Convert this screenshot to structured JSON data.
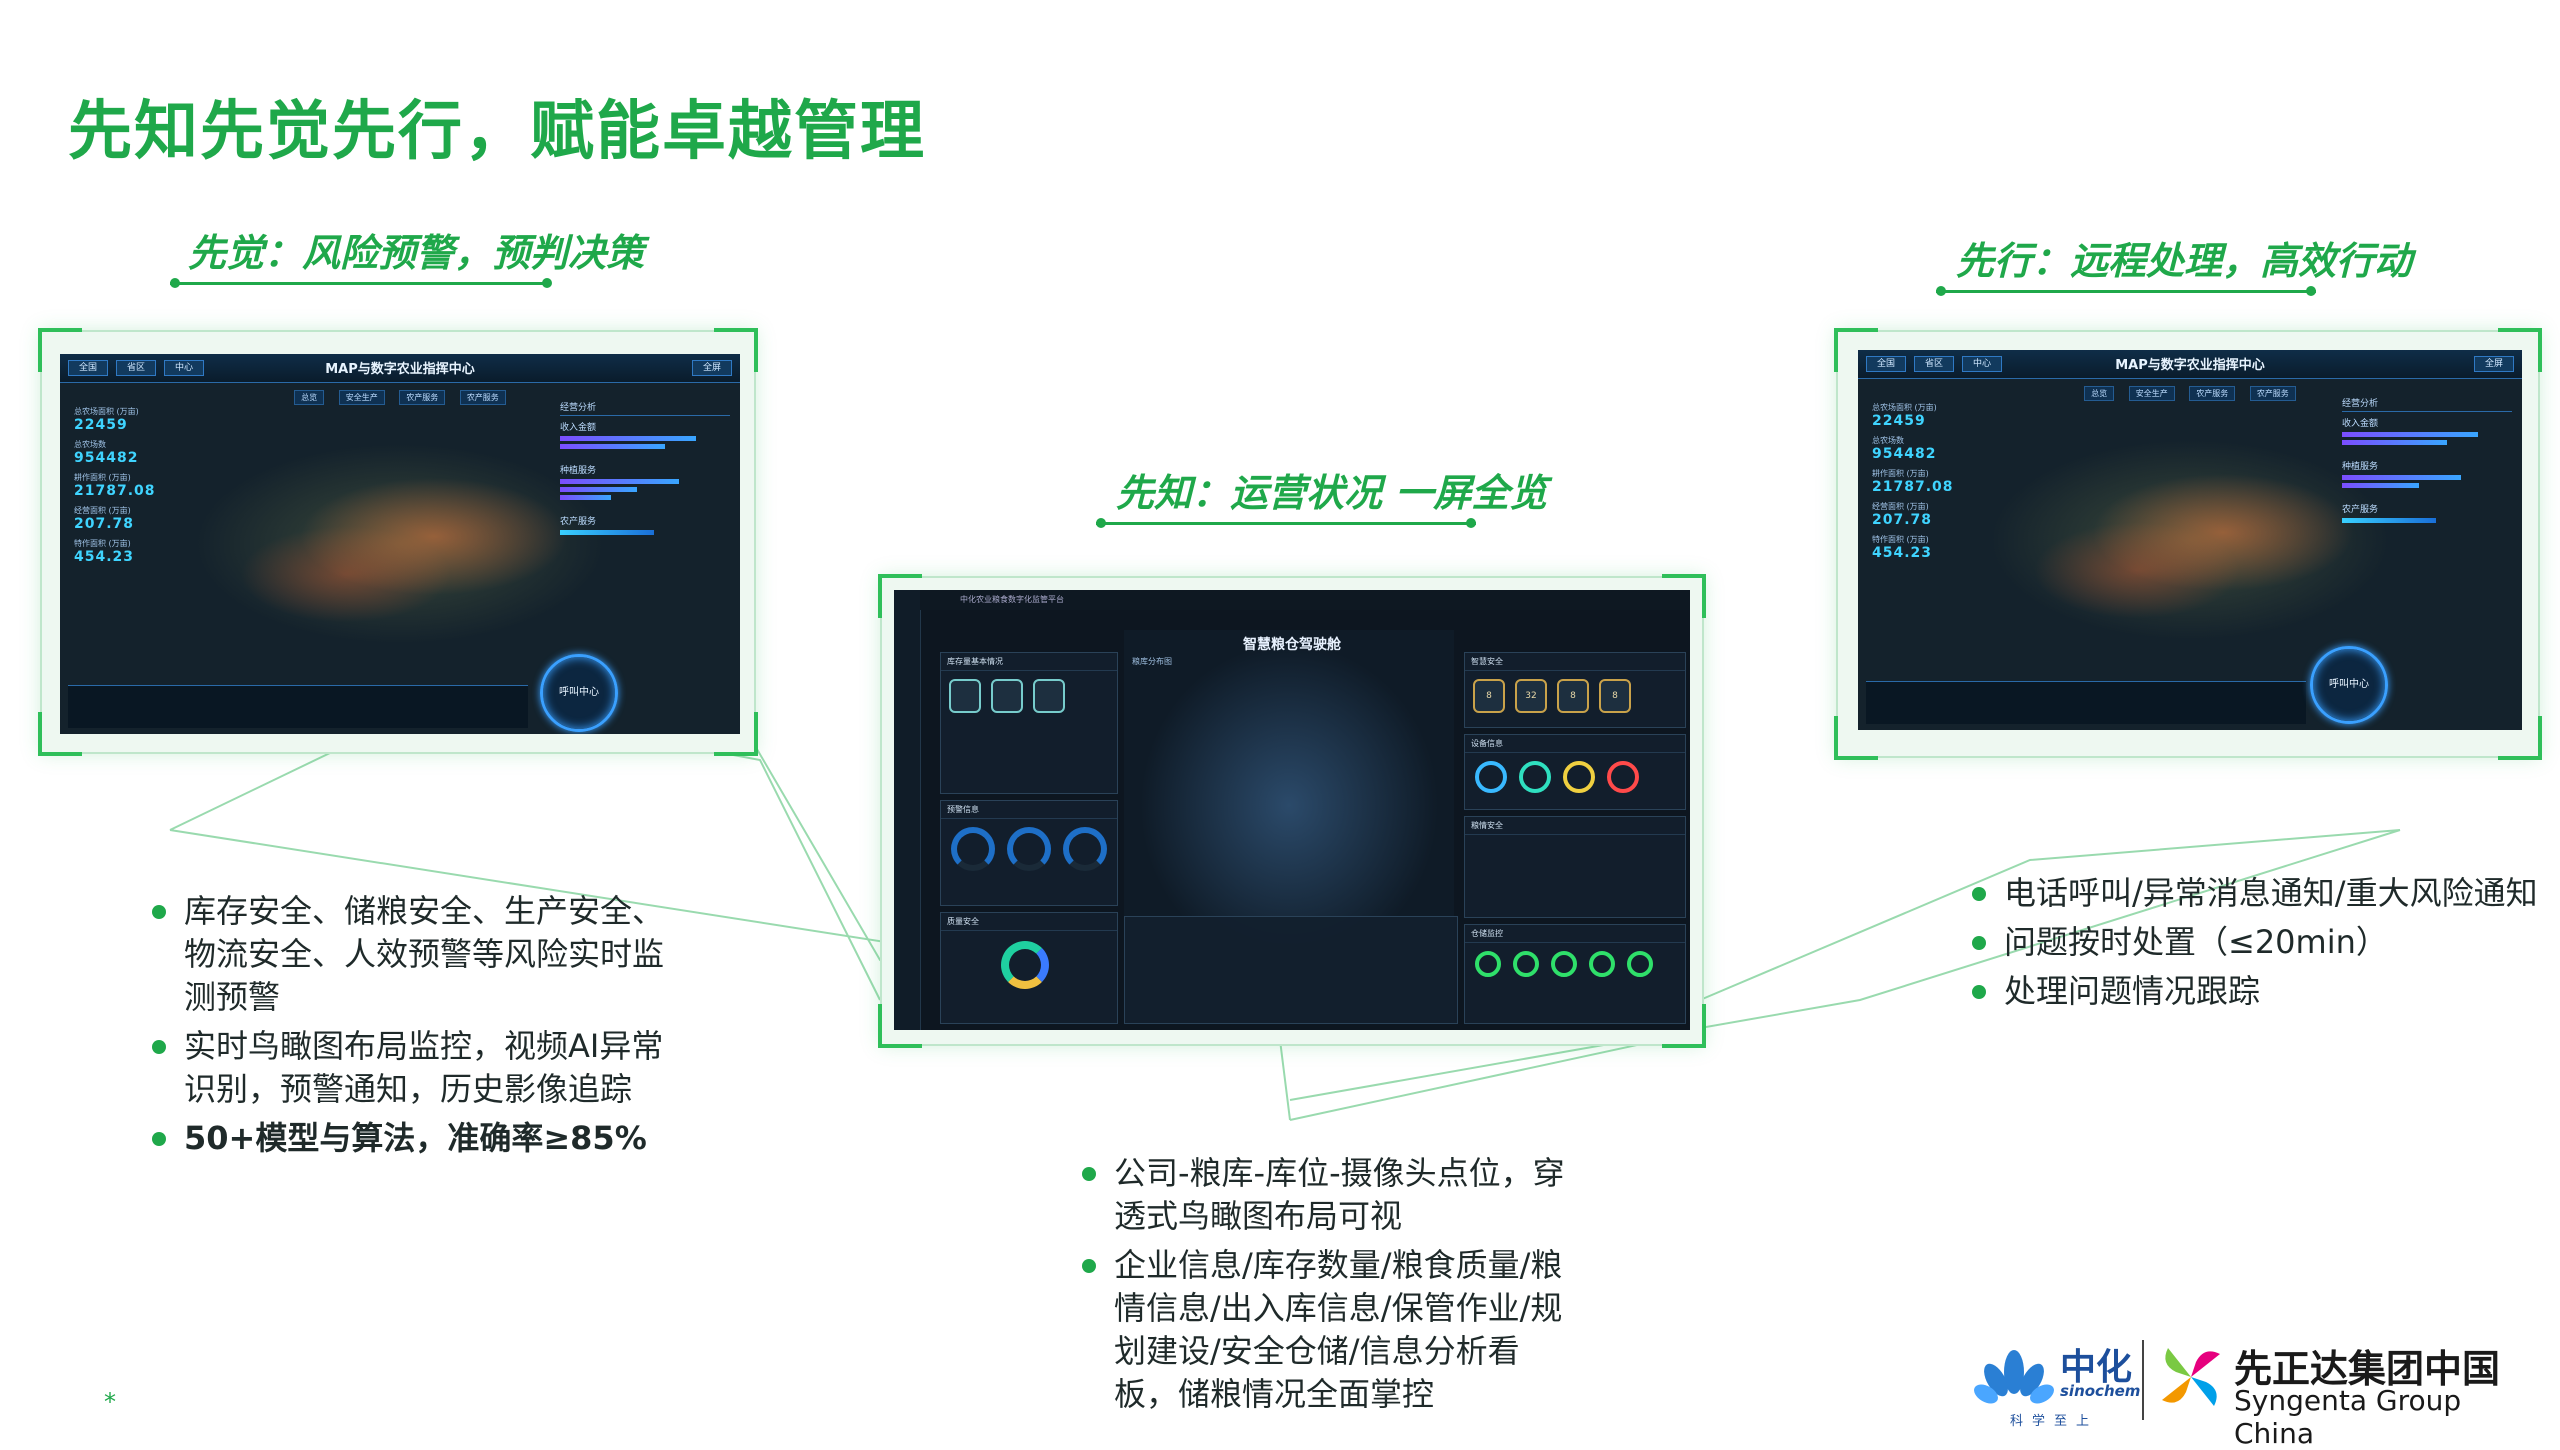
{
  "title": "先知先觉先行，赋能卓越管理",
  "left": {
    "heading": "先觉：风险预警，预判决策",
    "bullets": [
      "库存安全、储粮安全、生产安全、物流安全、人效预警等风险实时监测预警",
      "实时鸟瞰图布局监控，视频AI异常识别，预警通知，历史影像追踪",
      "50+模型与算法，准确率≥85%"
    ]
  },
  "center": {
    "heading": "先知：运营状况 一屏全览",
    "bullets": [
      "公司-粮库-库位-摄像头点位，穿透式鸟瞰图布局可视",
      "企业信息/库存数量/粮食质量/粮情信息/出入库信息/保管作业/规划建设/安全仓储/信息分析看板，储粮情况全面掌控"
    ]
  },
  "right": {
    "heading": "先行：远程处理，高效行动",
    "bullets": [
      "电话呼叫/异常消息通知/重大风险通知",
      "问题按时处置（≤20min）",
      "处理问题情况跟踪"
    ]
  },
  "map_screen": {
    "title": "MAP与数字农业指挥中心",
    "tabs": [
      "全国",
      "省区",
      "中心"
    ],
    "tab_right": "全屏",
    "subtabs": [
      "总览",
      "安全生产",
      "农产服务",
      "农产服务"
    ],
    "metrics": [
      {
        "label": "总农场面积 (万亩)",
        "value": "22459"
      },
      {
        "label": "总农场数",
        "value": "954482"
      },
      {
        "label": "耕作面积 (万亩)",
        "value": "21787.08"
      },
      {
        "label": "经营面积 (万亩)",
        "value": "207.78"
      },
      {
        "label": "特作面积 (万亩)",
        "value": "454.23"
      }
    ],
    "right_title": "经营分析",
    "right_sub1": "收入金额",
    "right_sub2": "种植服务",
    "right_sub3": "农产服务",
    "call_center": "呼叫中心"
  },
  "dash_screen": {
    "title": "智慧粮仓驾驶舱",
    "header": "中化农业粮食数字化监管平台",
    "panels": {
      "stock": "库存量基本情况",
      "alarm": "预警信息",
      "temp": "粮情安全",
      "safety": "智慧安全",
      "device": "设备信息",
      "storage": "仓储监控",
      "quality": "质量安全"
    },
    "hex_values": [
      "8",
      "32",
      "8",
      "8"
    ],
    "map_label": "粮库分布图"
  },
  "logos": {
    "sinochem_cn": "中化",
    "sinochem_en": "sinochem",
    "sinochem_tag": "科学至上",
    "syngenta_cn": "先正达集团中国",
    "syngenta_en": "Syngenta Group China"
  },
  "footnote": "*",
  "colors": {
    "accent": "#1fa84a",
    "screen_bg": "#0b1a24",
    "screen_accent": "#3fd4ff"
  }
}
